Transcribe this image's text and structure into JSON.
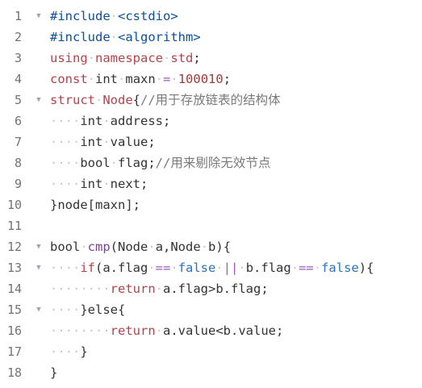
{
  "editor": {
    "lines": [
      {
        "n": "1",
        "fold": true,
        "tokens": [
          {
            "t": "#include",
            "c": "pre"
          },
          {
            "t": " ",
            "c": "ws"
          },
          {
            "t": "<cstdio>",
            "c": "pre"
          }
        ]
      },
      {
        "n": "2",
        "fold": false,
        "tokens": [
          {
            "t": "#include",
            "c": "pre"
          },
          {
            "t": " ",
            "c": "ws"
          },
          {
            "t": "<algorithm>",
            "c": "pre"
          }
        ]
      },
      {
        "n": "3",
        "fold": false,
        "tokens": [
          {
            "t": "using",
            "c": "kw"
          },
          {
            "t": " ",
            "c": "ws"
          },
          {
            "t": "namespace",
            "c": "kw"
          },
          {
            "t": " ",
            "c": "ws"
          },
          {
            "t": "std",
            "c": "kw"
          },
          {
            "t": ";",
            "c": "plain"
          }
        ]
      },
      {
        "n": "4",
        "fold": false,
        "tokens": [
          {
            "t": "const",
            "c": "kw"
          },
          {
            "t": " ",
            "c": "ws"
          },
          {
            "t": "int",
            "c": "type"
          },
          {
            "t": " ",
            "c": "ws"
          },
          {
            "t": "maxn",
            "c": "plain"
          },
          {
            "t": " ",
            "c": "ws"
          },
          {
            "t": "=",
            "c": "op"
          },
          {
            "t": " ",
            "c": "ws"
          },
          {
            "t": "100010",
            "c": "num"
          },
          {
            "t": ";",
            "c": "plain"
          }
        ]
      },
      {
        "n": "5",
        "fold": true,
        "tokens": [
          {
            "t": "struct",
            "c": "kw"
          },
          {
            "t": " ",
            "c": "ws"
          },
          {
            "t": "Node",
            "c": "kw"
          },
          {
            "t": "{",
            "c": "plain"
          },
          {
            "t": "//用于存放链表的结构体",
            "c": "cm"
          }
        ]
      },
      {
        "n": "6",
        "fold": false,
        "tokens": [
          {
            "t": "····",
            "c": "ws"
          },
          {
            "t": "int",
            "c": "type"
          },
          {
            "t": " ",
            "c": "ws"
          },
          {
            "t": "address;",
            "c": "plain"
          }
        ]
      },
      {
        "n": "7",
        "fold": false,
        "tokens": [
          {
            "t": "····",
            "c": "ws"
          },
          {
            "t": "int",
            "c": "type"
          },
          {
            "t": " ",
            "c": "ws"
          },
          {
            "t": "value;",
            "c": "plain"
          }
        ]
      },
      {
        "n": "8",
        "fold": false,
        "tokens": [
          {
            "t": "····",
            "c": "ws"
          },
          {
            "t": "bool",
            "c": "type"
          },
          {
            "t": " ",
            "c": "ws"
          },
          {
            "t": "flag;",
            "c": "plain"
          },
          {
            "t": "//用来剔除无效节点",
            "c": "cm"
          }
        ]
      },
      {
        "n": "9",
        "fold": false,
        "tokens": [
          {
            "t": "····",
            "c": "ws"
          },
          {
            "t": "int",
            "c": "type"
          },
          {
            "t": " ",
            "c": "ws"
          },
          {
            "t": "next;",
            "c": "plain"
          }
        ]
      },
      {
        "n": "10",
        "fold": false,
        "tokens": [
          {
            "t": "}node[maxn];",
            "c": "plain"
          }
        ]
      },
      {
        "n": "11",
        "fold": false,
        "tokens": []
      },
      {
        "n": "12",
        "fold": true,
        "tokens": [
          {
            "t": "bool",
            "c": "type"
          },
          {
            "t": " ",
            "c": "ws"
          },
          {
            "t": "cmp",
            "c": "fn"
          },
          {
            "t": "(Node",
            "c": "plain"
          },
          {
            "t": " ",
            "c": "ws"
          },
          {
            "t": "a,Node",
            "c": "plain"
          },
          {
            "t": " ",
            "c": "ws"
          },
          {
            "t": "b){",
            "c": "plain"
          }
        ]
      },
      {
        "n": "13",
        "fold": true,
        "tokens": [
          {
            "t": "····",
            "c": "ws"
          },
          {
            "t": "if",
            "c": "kw"
          },
          {
            "t": "(a.flag",
            "c": "plain"
          },
          {
            "t": " ",
            "c": "ws"
          },
          {
            "t": "==",
            "c": "op"
          },
          {
            "t": " ",
            "c": "ws"
          },
          {
            "t": "false",
            "c": "bool"
          },
          {
            "t": " ",
            "c": "ws"
          },
          {
            "t": "||",
            "c": "op"
          },
          {
            "t": " ",
            "c": "ws"
          },
          {
            "t": "b.flag",
            "c": "plain"
          },
          {
            "t": " ",
            "c": "ws"
          },
          {
            "t": "==",
            "c": "op"
          },
          {
            "t": " ",
            "c": "ws"
          },
          {
            "t": "false",
            "c": "bool"
          },
          {
            "t": "){",
            "c": "plain"
          }
        ]
      },
      {
        "n": "14",
        "fold": false,
        "tokens": [
          {
            "t": "········",
            "c": "ws"
          },
          {
            "t": "return",
            "c": "kw"
          },
          {
            "t": " ",
            "c": "ws"
          },
          {
            "t": "a.flag>b.flag;",
            "c": "plain"
          }
        ]
      },
      {
        "n": "15",
        "fold": true,
        "tokens": [
          {
            "t": "····",
            "c": "ws"
          },
          {
            "t": "}else{",
            "c": "plain"
          }
        ]
      },
      {
        "n": "16",
        "fold": false,
        "tokens": [
          {
            "t": "········",
            "c": "ws"
          },
          {
            "t": "return",
            "c": "kw"
          },
          {
            "t": " ",
            "c": "ws"
          },
          {
            "t": "a.value<b.value;",
            "c": "plain"
          }
        ]
      },
      {
        "n": "17",
        "fold": false,
        "tokens": [
          {
            "t": "····",
            "c": "ws"
          },
          {
            "t": "}",
            "c": "plain"
          }
        ]
      },
      {
        "n": "18",
        "fold": false,
        "tokens": [
          {
            "t": "}",
            "c": "plain"
          }
        ]
      }
    ]
  },
  "icons": {
    "fold": "chevron-down-icon"
  },
  "colors": {
    "background": "#ffffff",
    "line_number": "#737373",
    "preprocessor": "#0b4fa3",
    "keyword": "#b5434a",
    "number": "#a83939",
    "comment": "#7a7a7a",
    "boolean": "#2a72c0",
    "whitespace_marker": "#c9c9c9"
  }
}
